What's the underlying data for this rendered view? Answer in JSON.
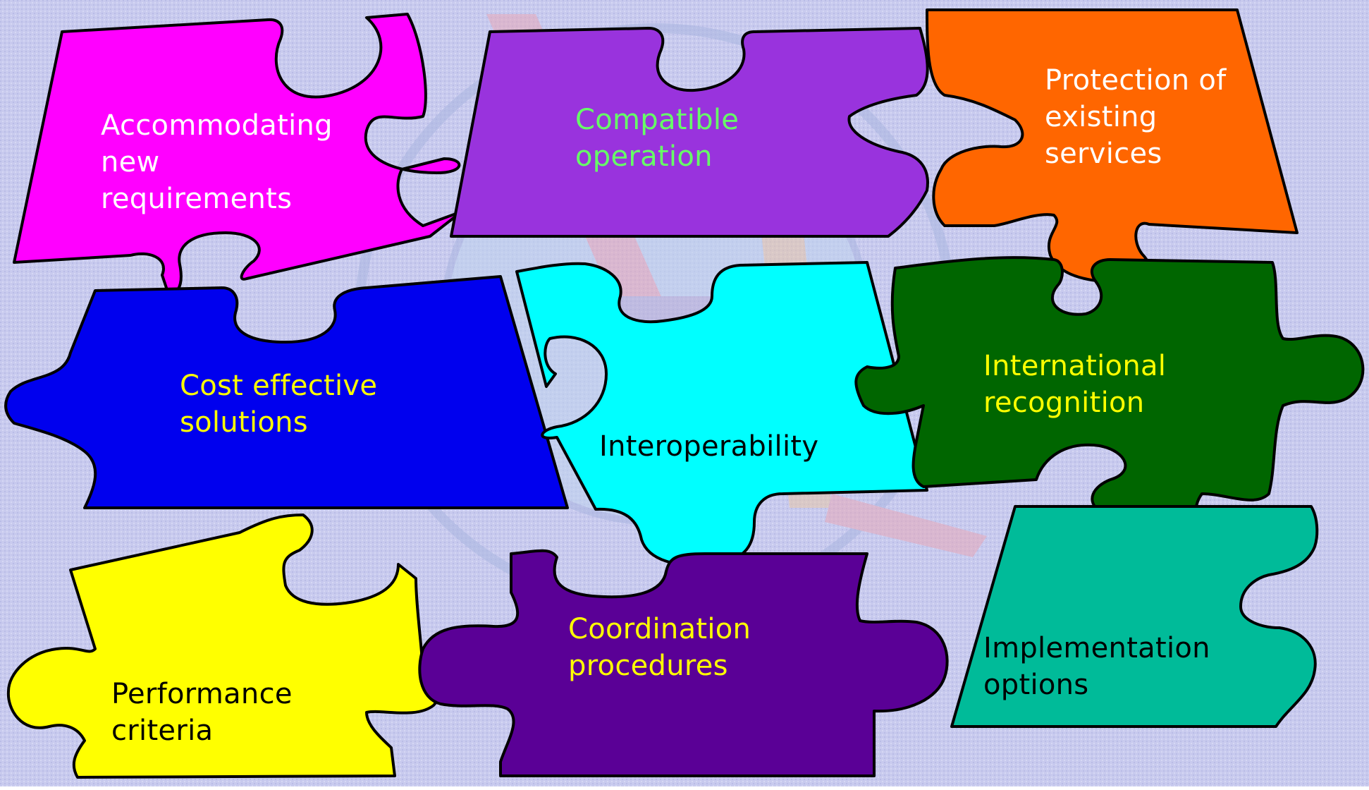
{
  "colors": {
    "background": "#c8caee",
    "outline": "#000000"
  },
  "pieces": [
    {
      "id": "accommodating",
      "label": "Accommodating\nnew\nrequirements",
      "fill": "#ff00ff",
      "text_color": "#ffffff"
    },
    {
      "id": "compatible",
      "label": "Compatible\noperation",
      "fill": "#9933dd",
      "text_color": "#66ff66"
    },
    {
      "id": "protection",
      "label": "Protection of\nexisting\nservices",
      "fill": "#ff6600",
      "text_color": "#ffffff"
    },
    {
      "id": "cost",
      "label": "Cost effective\nsolutions",
      "fill": "#0000ee",
      "text_color": "#ffff00"
    },
    {
      "id": "interoperability",
      "label": "Interoperability",
      "fill": "#00ffff",
      "text_color": "#000000"
    },
    {
      "id": "international",
      "label": "International\nrecognition",
      "fill": "#006600",
      "text_color": "#ffff00"
    },
    {
      "id": "performance",
      "label": "Performance\ncriteria",
      "fill": "#ffff00",
      "text_color": "#000000"
    },
    {
      "id": "coordination",
      "label": "Coordination\nprocedures",
      "fill": "#5a0096",
      "text_color": "#ffff00"
    },
    {
      "id": "implementation",
      "label": "Implementation\noptions",
      "fill": "#00bb99",
      "text_color": "#000000"
    }
  ]
}
